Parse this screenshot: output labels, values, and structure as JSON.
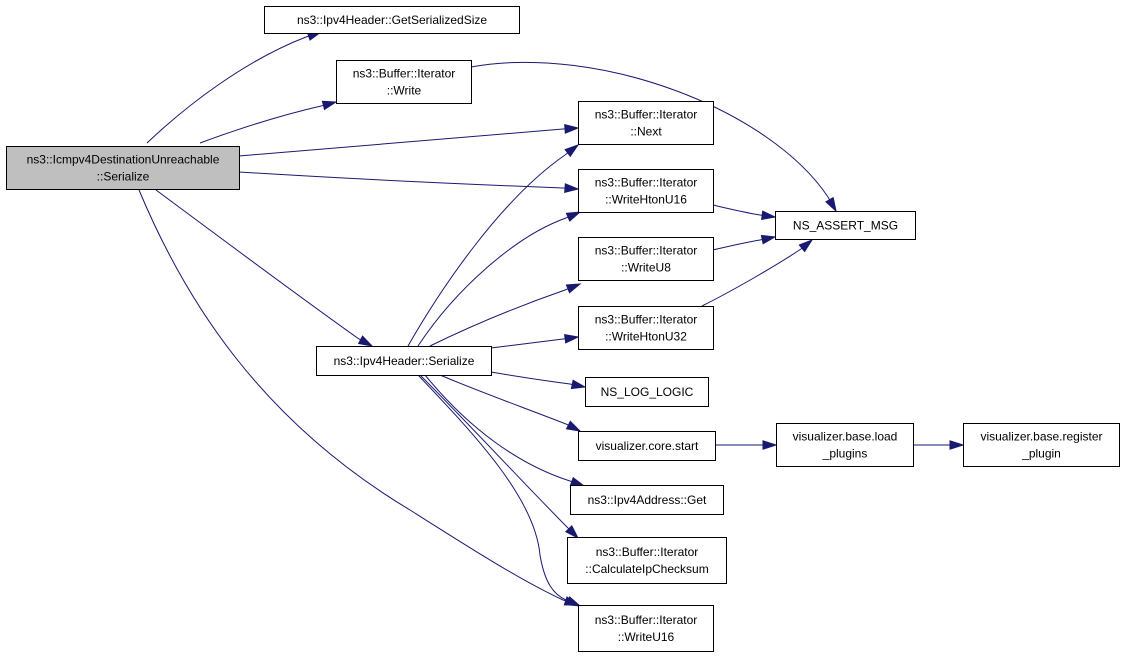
{
  "diagram": {
    "type": "call-graph",
    "colors": {
      "root_fill": "#bfbfbf",
      "node_fill": "#ffffff",
      "border": "#000000",
      "edge": "#191970"
    },
    "nodes": [
      {
        "id": "root",
        "lines": [
          "ns3::Icmpv4DestinationUnreachable",
          "::Serialize"
        ],
        "root": true
      },
      {
        "id": "ipv4_gss",
        "lines": [
          "ns3::Ipv4Header::GetSerializedSize"
        ]
      },
      {
        "id": "buf_write",
        "lines": [
          "ns3::Buffer::Iterator",
          "::Write"
        ]
      },
      {
        "id": "buf_next",
        "lines": [
          "ns3::Buffer::Iterator",
          "::Next"
        ]
      },
      {
        "id": "buf_whu16",
        "lines": [
          "ns3::Buffer::Iterator",
          "::WriteHtonU16"
        ]
      },
      {
        "id": "ns_assert",
        "lines": [
          "NS_ASSERT_MSG"
        ]
      },
      {
        "id": "buf_wu8",
        "lines": [
          "ns3::Buffer::Iterator",
          "::WriteU8"
        ]
      },
      {
        "id": "buf_whu32",
        "lines": [
          "ns3::Buffer::Iterator",
          "::WriteHtonU32"
        ]
      },
      {
        "id": "ipv4_ser",
        "lines": [
          "ns3::Ipv4Header::Serialize"
        ]
      },
      {
        "id": "ns_log",
        "lines": [
          "NS_LOG_LOGIC"
        ]
      },
      {
        "id": "vis_start",
        "lines": [
          "visualizer.core.start"
        ]
      },
      {
        "id": "vis_load",
        "lines": [
          "visualizer.base.load",
          "_plugins"
        ]
      },
      {
        "id": "vis_reg",
        "lines": [
          "visualizer.base.register",
          "_plugin"
        ]
      },
      {
        "id": "ipv4addr_get",
        "lines": [
          "ns3::Ipv4Address::Get"
        ]
      },
      {
        "id": "buf_calc",
        "lines": [
          "ns3::Buffer::Iterator",
          "::CalculateIpChecksum"
        ]
      },
      {
        "id": "buf_wu16",
        "lines": [
          "ns3::Buffer::Iterator",
          "::WriteU16"
        ]
      }
    ],
    "edges": [
      {
        "from": "root",
        "to": "ipv4_gss"
      },
      {
        "from": "root",
        "to": "buf_write"
      },
      {
        "from": "root",
        "to": "buf_next"
      },
      {
        "from": "root",
        "to": "buf_whu16"
      },
      {
        "from": "root",
        "to": "ipv4_ser"
      },
      {
        "from": "root",
        "to": "buf_wu16"
      },
      {
        "from": "buf_write",
        "to": "ns_assert"
      },
      {
        "from": "buf_whu16",
        "to": "ns_assert"
      },
      {
        "from": "buf_wu8",
        "to": "ns_assert"
      },
      {
        "from": "buf_whu32",
        "to": "ns_assert"
      },
      {
        "from": "ipv4_ser",
        "to": "buf_next"
      },
      {
        "from": "ipv4_ser",
        "to": "buf_whu16"
      },
      {
        "from": "ipv4_ser",
        "to": "buf_wu8"
      },
      {
        "from": "ipv4_ser",
        "to": "buf_whu32"
      },
      {
        "from": "ipv4_ser",
        "to": "ns_log"
      },
      {
        "from": "ipv4_ser",
        "to": "vis_start"
      },
      {
        "from": "ipv4_ser",
        "to": "ipv4addr_get"
      },
      {
        "from": "ipv4_ser",
        "to": "buf_calc"
      },
      {
        "from": "ipv4_ser",
        "to": "buf_wu16"
      },
      {
        "from": "vis_start",
        "to": "vis_load"
      },
      {
        "from": "vis_load",
        "to": "vis_reg"
      }
    ]
  }
}
